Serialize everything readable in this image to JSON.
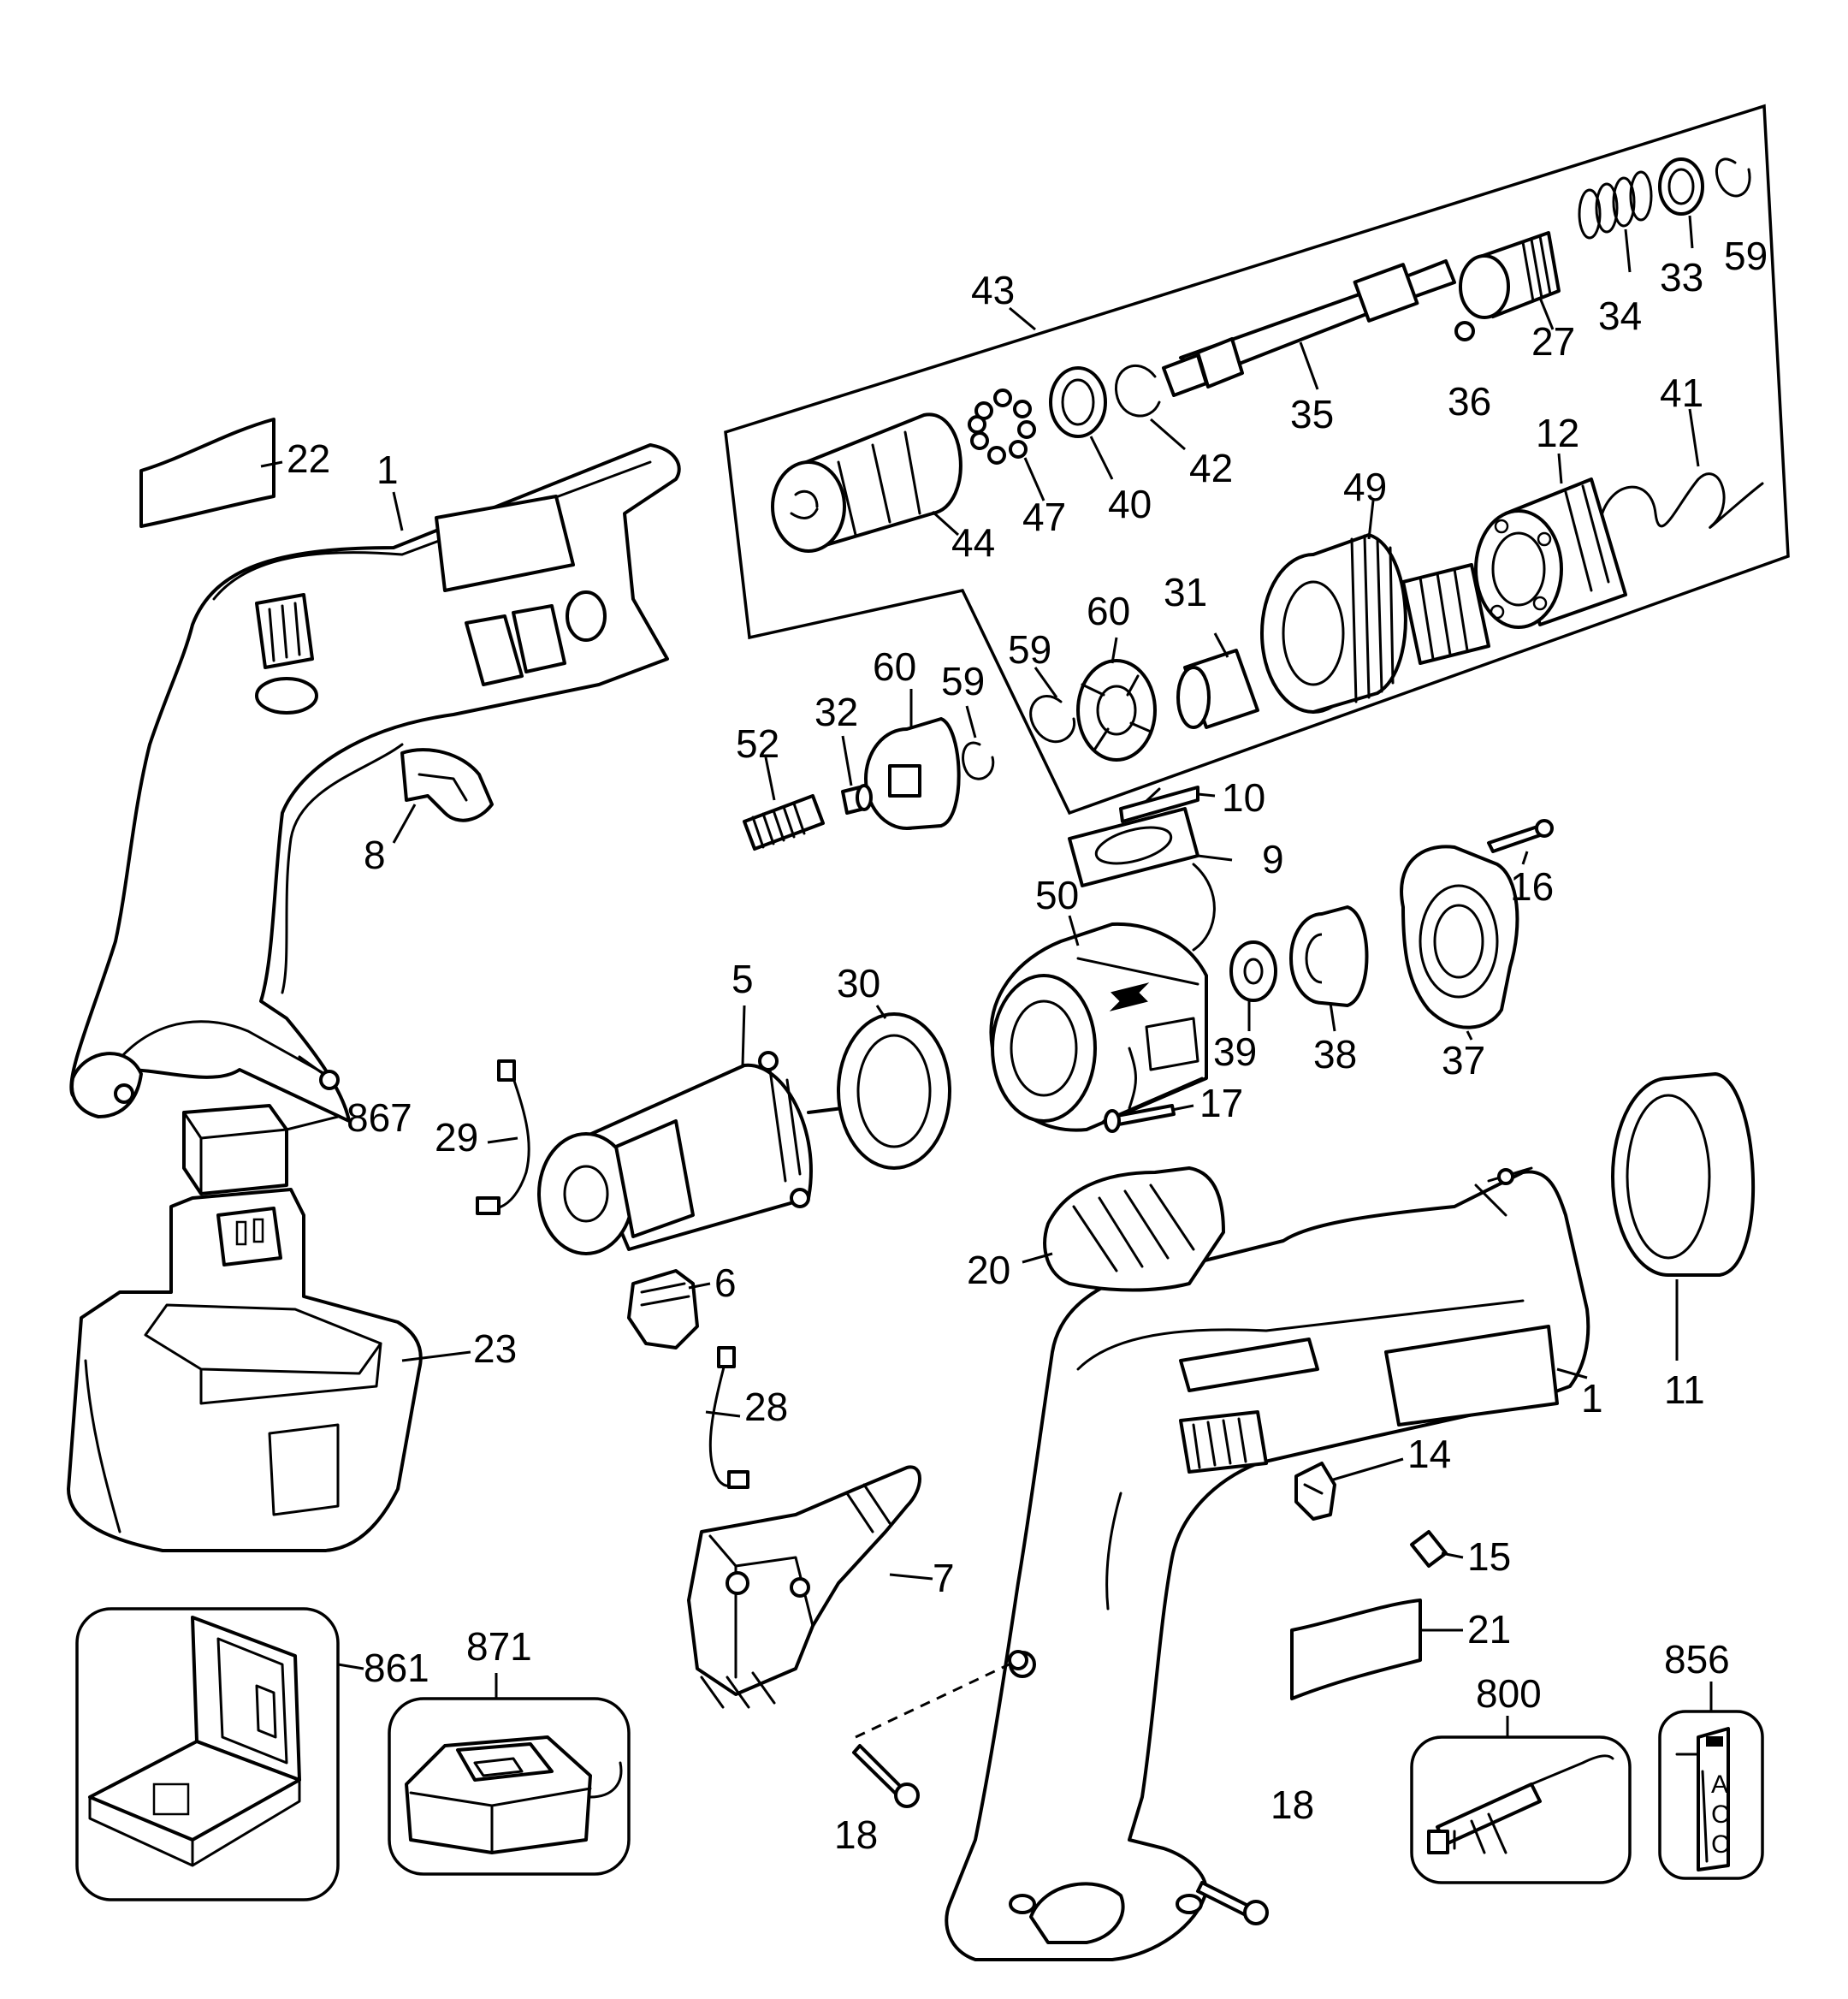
{
  "labels": {
    "l43": "43",
    "l59a": "59",
    "l33": "33",
    "l34": "34",
    "l27": "27",
    "l36": "36",
    "l35": "35",
    "l42": "42",
    "l40": "40",
    "l47": "47",
    "l44": "44",
    "l41": "41",
    "l12": "12",
    "l49": "49",
    "l31": "31",
    "l60a": "60",
    "l59b": "59",
    "l60b": "60",
    "l59c": "59",
    "l32": "32",
    "l52": "52",
    "l10": "10",
    "l9": "9",
    "l16": "16",
    "l22": "22",
    "l1a": "1",
    "l8": "8",
    "l50": "50",
    "l5": "5",
    "l30": "30",
    "l39": "39",
    "l38": "38",
    "l37": "37",
    "l17": "17",
    "l867": "867",
    "l29": "29",
    "l6": "6",
    "l23": "23",
    "l28": "28",
    "l20": "20",
    "l1b": "1",
    "l11": "11",
    "l14": "14",
    "l15": "15",
    "l7": "7",
    "l21": "21",
    "l861": "861",
    "l871": "871",
    "l856": "856",
    "l800": "800",
    "l18a": "18",
    "l18b": "18"
  },
  "acc_card": {
    "letter_1": "A",
    "letter_2": "C",
    "letter_3": "C"
  }
}
